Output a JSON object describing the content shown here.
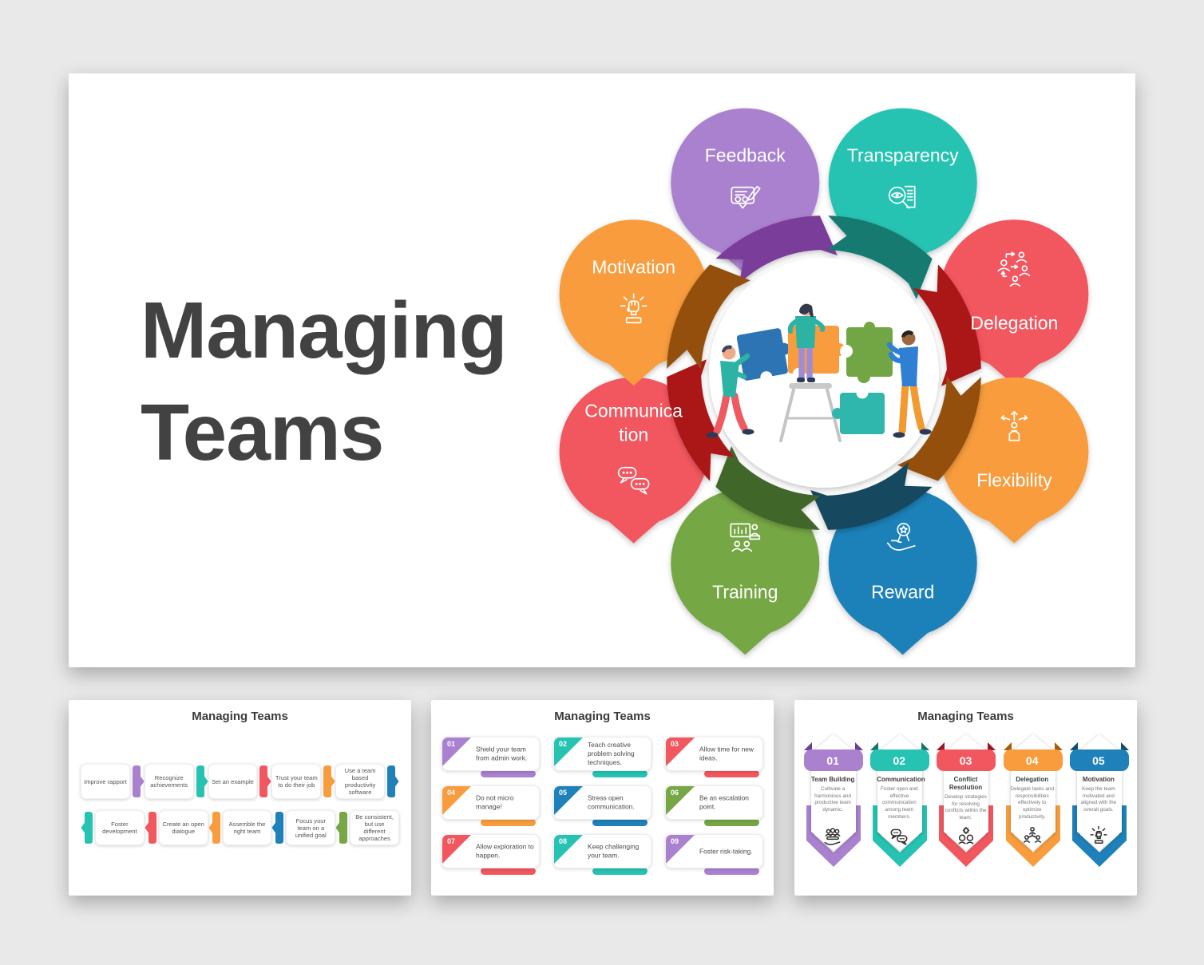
{
  "palette": {
    "purple": "#a981cf",
    "purple_dark": "#7a3c99",
    "teal": "#26c2b2",
    "teal_dark": "#177a71",
    "red": "#f2575f",
    "red_dark": "#ab1319",
    "orange": "#f89c3e",
    "orange_dark": "#94500f",
    "blue": "#1f81b9",
    "blue_dark": "#17485f",
    "green": "#76a744",
    "green_dark": "#3f6629",
    "page_bg": "#e9e9e9",
    "title_text": "#424242"
  },
  "main_slide": {
    "title_line1": "Managing",
    "title_line2": "Teams",
    "flower": {
      "petals": [
        {
          "id": "feedback",
          "label_lines": [
            "Feedback"
          ],
          "color": "#a981cf",
          "dark": "#7a3c99",
          "icon": "feedback-icon"
        },
        {
          "id": "transparency",
          "label_lines": [
            "Transparency"
          ],
          "color": "#26c2b2",
          "dark": "#177a71",
          "icon": "transparency-icon"
        },
        {
          "id": "delegation",
          "label_lines": [
            "Delegation"
          ],
          "color": "#f2575f",
          "dark": "#ab1319",
          "icon": "delegation-icon"
        },
        {
          "id": "flexibility",
          "label_lines": [
            "Flexibility"
          ],
          "color": "#f89c3e",
          "dark": "#94500f",
          "icon": "flexibility-icon"
        },
        {
          "id": "reward",
          "label_lines": [
            "Reward"
          ],
          "color": "#1f81b9",
          "dark": "#17485f",
          "icon": "reward-icon"
        },
        {
          "id": "training",
          "label_lines": [
            "Training"
          ],
          "color": "#76a744",
          "dark": "#3f6629",
          "icon": "training-icon"
        },
        {
          "id": "communication",
          "label_lines": [
            "Communica",
            "tion"
          ],
          "color": "#f2575f",
          "dark": "#ab1319",
          "icon": "communication-icon"
        },
        {
          "id": "motivation",
          "label_lines": [
            "Motivation"
          ],
          "color": "#f89c3e",
          "dark": "#94500f",
          "icon": "motivation-icon"
        }
      ]
    }
  },
  "slide_flow": {
    "title": "Managing Teams",
    "row1": [
      {
        "text": "Improve rapport",
        "color": "#a981cf"
      },
      {
        "text": "Recognize achievements",
        "color": "#26c2b2"
      },
      {
        "text": "Set an example",
        "color": "#f2575f"
      },
      {
        "text": "Trust your team to do their job",
        "color": "#f89c3e"
      },
      {
        "text": "Use a team based productivity software",
        "color": "#1f81b9"
      }
    ],
    "row2": [
      {
        "text": "Foster development",
        "color": "#26c2b2"
      },
      {
        "text": "Create an open dialogue",
        "color": "#f2575f"
      },
      {
        "text": "Assemble the right team",
        "color": "#f89c3e"
      },
      {
        "text": "Focus your team on a unified goal",
        "color": "#1f81b9"
      },
      {
        "text": "Be consistent, but use different approaches",
        "color": "#76a744"
      }
    ]
  },
  "slide_numbered": {
    "title": "Managing Teams",
    "items": [
      {
        "num": "01",
        "text": "Shield your team from admin work.",
        "color": "#a981cf"
      },
      {
        "num": "02",
        "text": "Teach creative problem solving techniques.",
        "color": "#26c2b2"
      },
      {
        "num": "03",
        "text": "Allow time for new ideas.",
        "color": "#f2575f"
      },
      {
        "num": "04",
        "text": "Do not micro manage!",
        "color": "#f89c3e"
      },
      {
        "num": "05",
        "text": "Stress open communication.",
        "color": "#1f81b9"
      },
      {
        "num": "06",
        "text": "Be an escalation point.",
        "color": "#76a744"
      },
      {
        "num": "07",
        "text": "Allow exploration to happen.",
        "color": "#f2575f"
      },
      {
        "num": "08",
        "text": "Keep challenging your team.",
        "color": "#26c2b2"
      },
      {
        "num": "09",
        "text": "Foster risk-taking.",
        "color": "#a981cf"
      }
    ]
  },
  "slide_pennants": {
    "title": "Managing Teams",
    "items": [
      {
        "num": "01",
        "heading": "Team Building",
        "desc": "Cultivate a harmonious and productive team dynamic.",
        "color": "#a981cf",
        "dark": "#6f3d96",
        "icon": "team-icon"
      },
      {
        "num": "02",
        "heading": "Communication",
        "desc": "Foster open and effective communication among team members.",
        "color": "#26c2b2",
        "dark": "#12766a",
        "icon": "chat-icon"
      },
      {
        "num": "03",
        "heading": "Conflict Resolution",
        "desc": "Develop strategies for resolving conflicts within the team.",
        "color": "#f2575f",
        "dark": "#9e1320",
        "icon": "conflict-icon"
      },
      {
        "num": "04",
        "heading": "Delegation",
        "desc": "Delegate tasks and responsibilities effectively to optimize productivity.",
        "color": "#f89c3e",
        "dark": "#a85a07",
        "icon": "hierarchy-icon"
      },
      {
        "num": "05",
        "heading": "Motivation",
        "desc": "Keep the team motivated and aligned with the overall goals.",
        "color": "#1f81b9",
        "dark": "#124d6e",
        "icon": "fist-icon"
      }
    ]
  }
}
